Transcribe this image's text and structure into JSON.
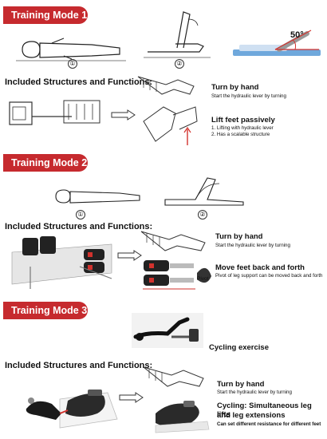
{
  "modes": [
    {
      "label": "Training Mode 1"
    },
    {
      "label": "Training Mode 2"
    },
    {
      "label": "Training Mode 3"
    }
  ],
  "mode1": {
    "steps": [
      "①",
      "②"
    ],
    "angle": "50°",
    "heading": "Included Structures and Functions:",
    "f1_title": "Turn by hand",
    "f1_desc": "Start the hydraulic lever by turning",
    "f2_title": "Lift feet passively",
    "f2_desc1": "1. Lifting with hydraulic lever",
    "f2_desc2": "2. Has a scalable structure"
  },
  "mode2": {
    "steps": [
      "①",
      "②"
    ],
    "heading": "Included Structures and Functions:",
    "f1_title": "Turn by hand",
    "f1_desc": "Start the hydraulic lever by turning",
    "f2_title": "Move feet back and forth",
    "f2_desc": "Pivot of leg support can be moved back and forth",
    "pivot": "Pivot"
  },
  "mode3": {
    "cycling": "Cycling exercise",
    "heading": "Included Structures and Functions:",
    "f1_title": "Turn by hand",
    "f1_desc": "Start the hydraulic lever by turning",
    "f2_title1": "Cycling: Simultaneous leg lifts",
    "f2_title2": "and leg extensions",
    "f2_desc": "Can set different resistance for different feet"
  },
  "colors": {
    "banner": "#c62a2e",
    "accent": "#d2322d",
    "bed": "#6fa8dc"
  }
}
